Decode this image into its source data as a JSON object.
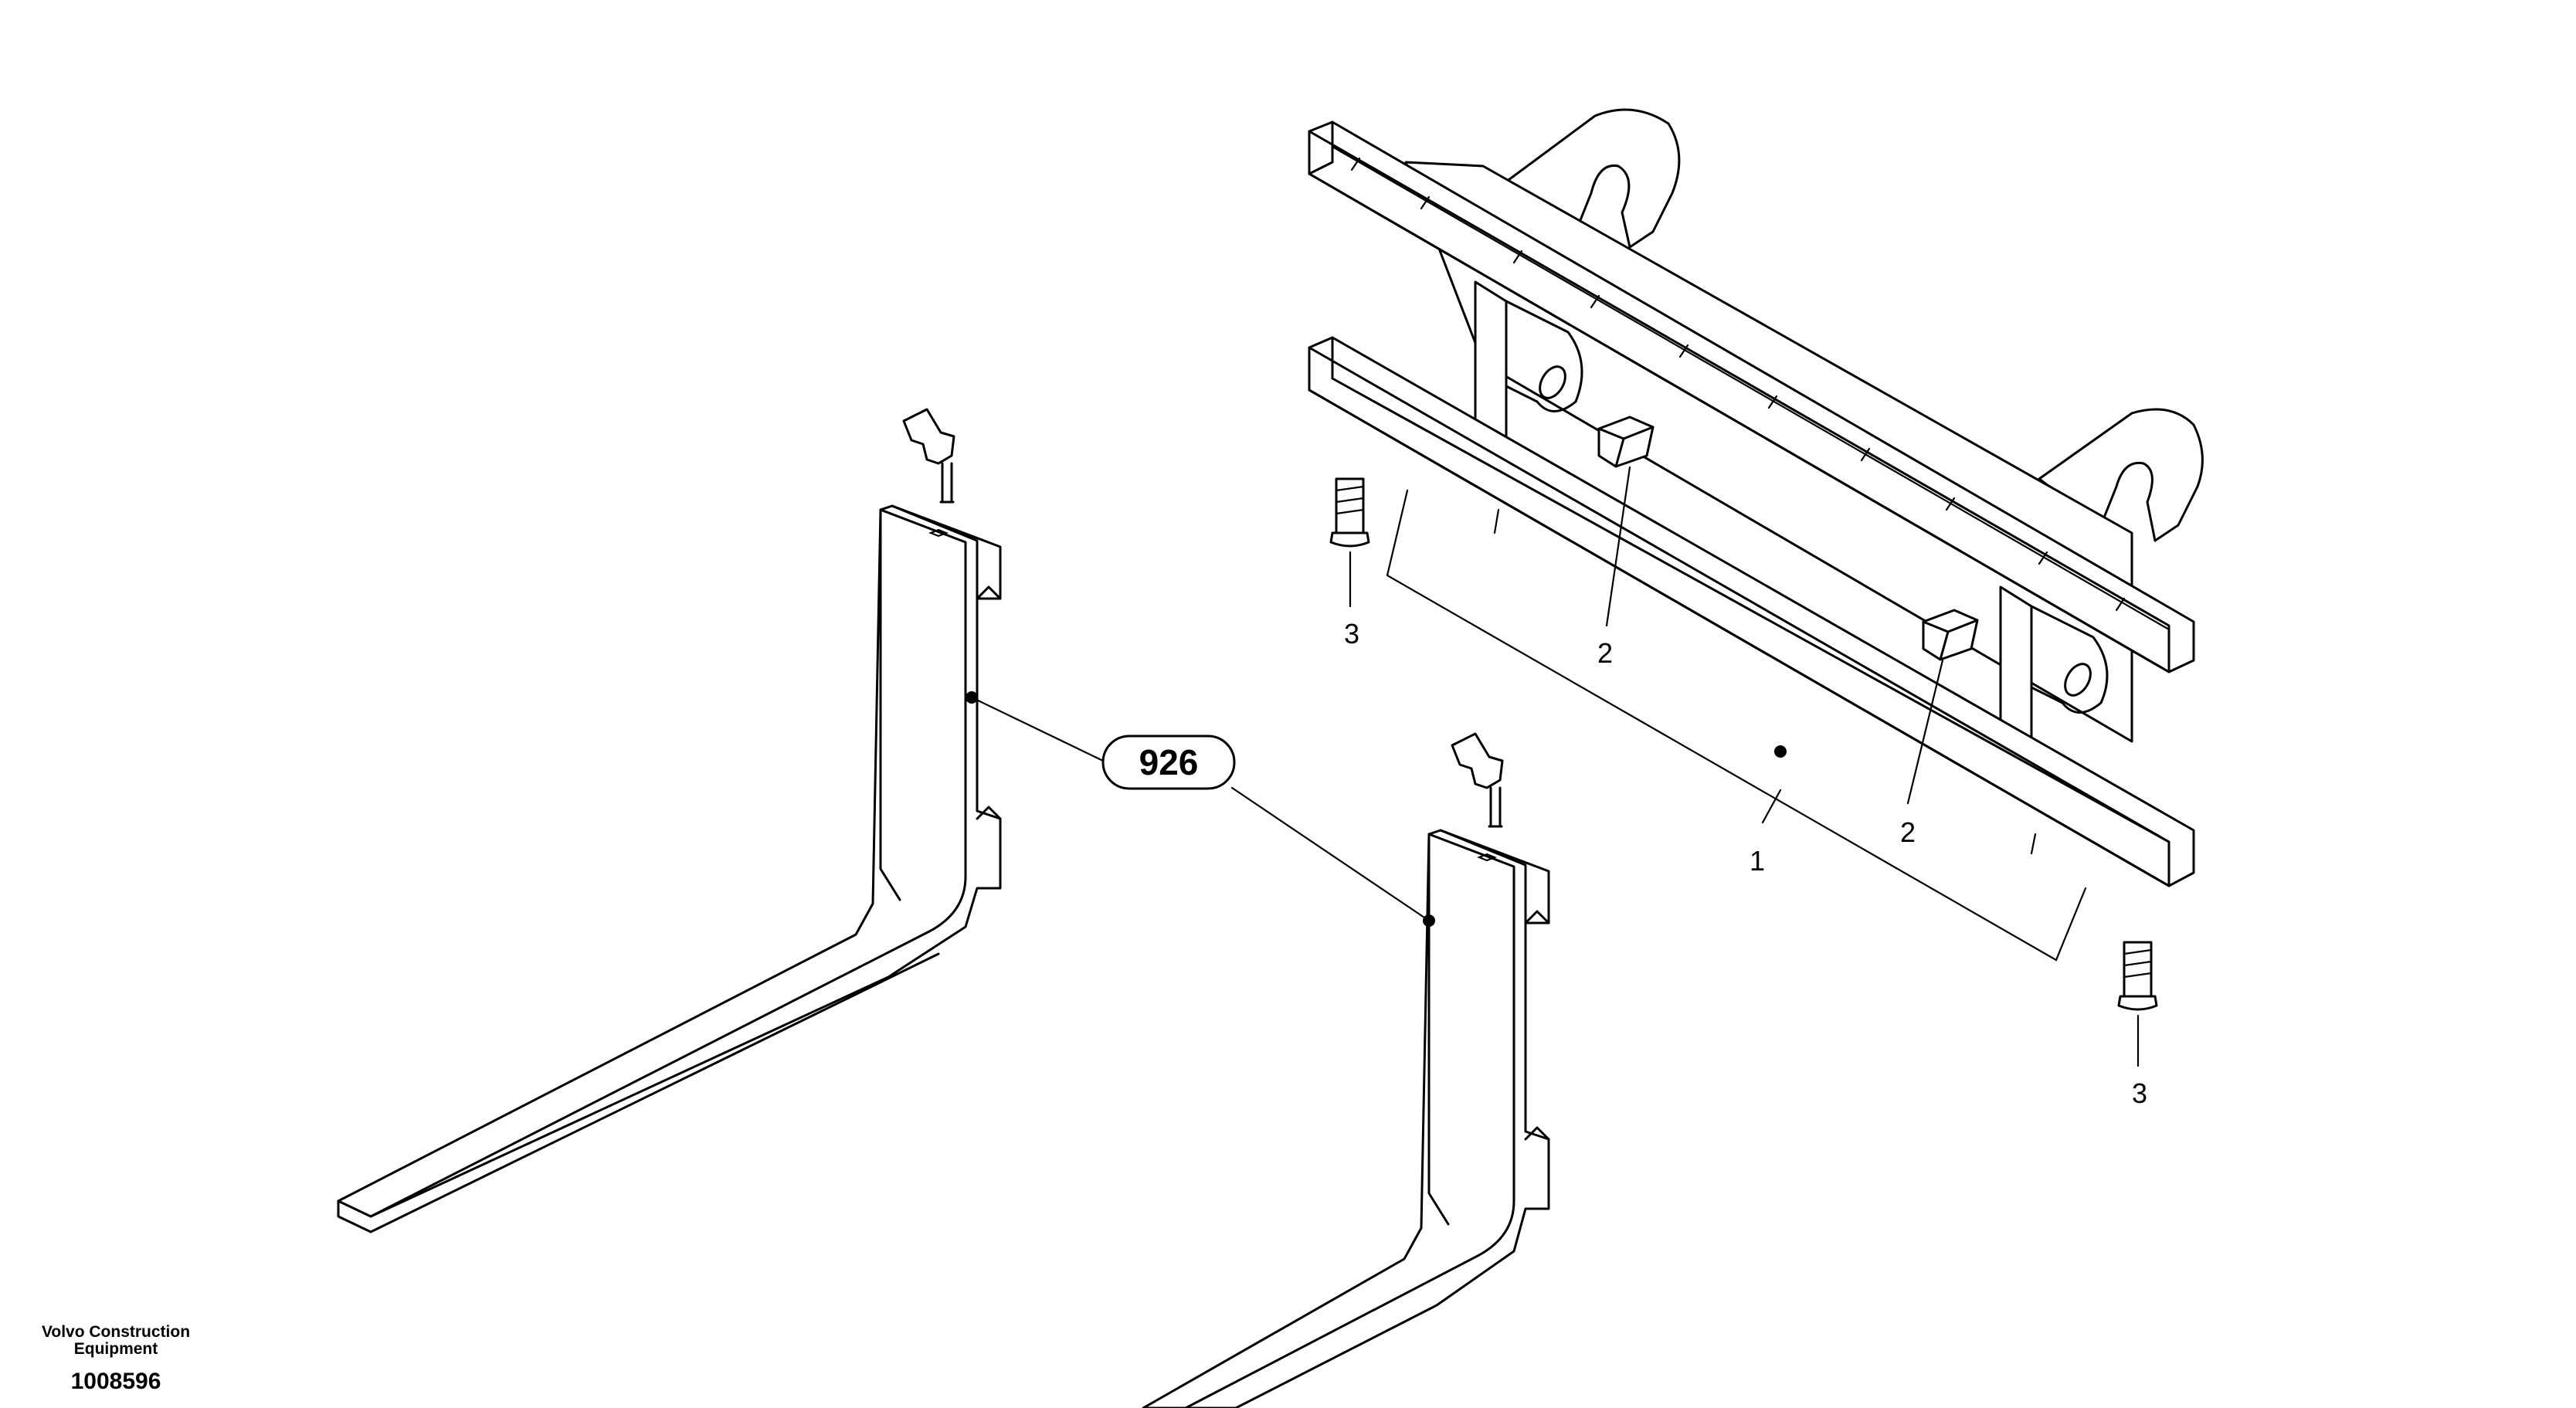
{
  "diagram": {
    "callouts": {
      "group": "926",
      "carriage": "1",
      "pad_left": "2",
      "pad_right": "2",
      "bolt_left": "3",
      "bolt_right": "3"
    }
  },
  "footer": {
    "maker_line1": "Volvo Construction",
    "maker_line2": "Equipment",
    "document_number": "1008596"
  }
}
